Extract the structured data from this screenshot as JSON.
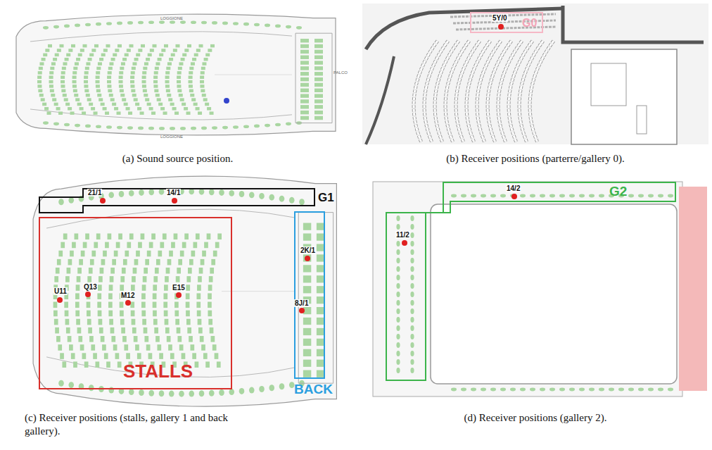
{
  "diagram": {
    "nodes": [
      {
        "text": [
          "G0"
        ]
      },
      {
        "text": [
          "G1"
        ]
      },
      {
        "text": [
          "STALLS"
        ]
      },
      {
        "text": [
          "BACK"
        ]
      },
      {
        "text": [
          "G2"
        ]
      }
    ],
    "labels": [
      "LOGGIONE",
      "LOGGIONE",
      "PALCO",
      "5Y/0",
      "21/1",
      "14/1",
      "U11",
      "Q13",
      "M12",
      "E15",
      "2K/1",
      "8J/1",
      "14/2",
      "11/2",
      "(a) Sound source position.",
      "(b) Receiver positions (parterre/gallery 0).",
      "(c) Receiver positions (stalls, gallery 1 and back gallery).",
      "(d) Receiver positions (gallery 2)."
    ]
  }
}
